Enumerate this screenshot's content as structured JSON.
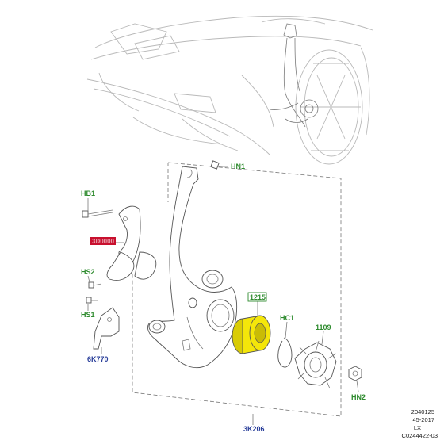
{
  "labels": {
    "hn1": "HN1",
    "hb1": "HB1",
    "red_part": "3D0000",
    "hs2": "HS2",
    "hs1": "HS1",
    "p6k770": "6K770",
    "p1215": "1215",
    "hc1": "HC1",
    "p1109": "1109",
    "hn2": "HN2",
    "p3k206": "3K206"
  },
  "reference": {
    "line1": "2040125",
    "line2": "45-2017",
    "line3": "LX",
    "line4": "C0244422-03"
  },
  "colors": {
    "green_label": "#2e8b2e",
    "blue_label": "#2a3f9a",
    "red_highlight": "#c8102e",
    "bearing_yellow": "#f4e60a"
  }
}
